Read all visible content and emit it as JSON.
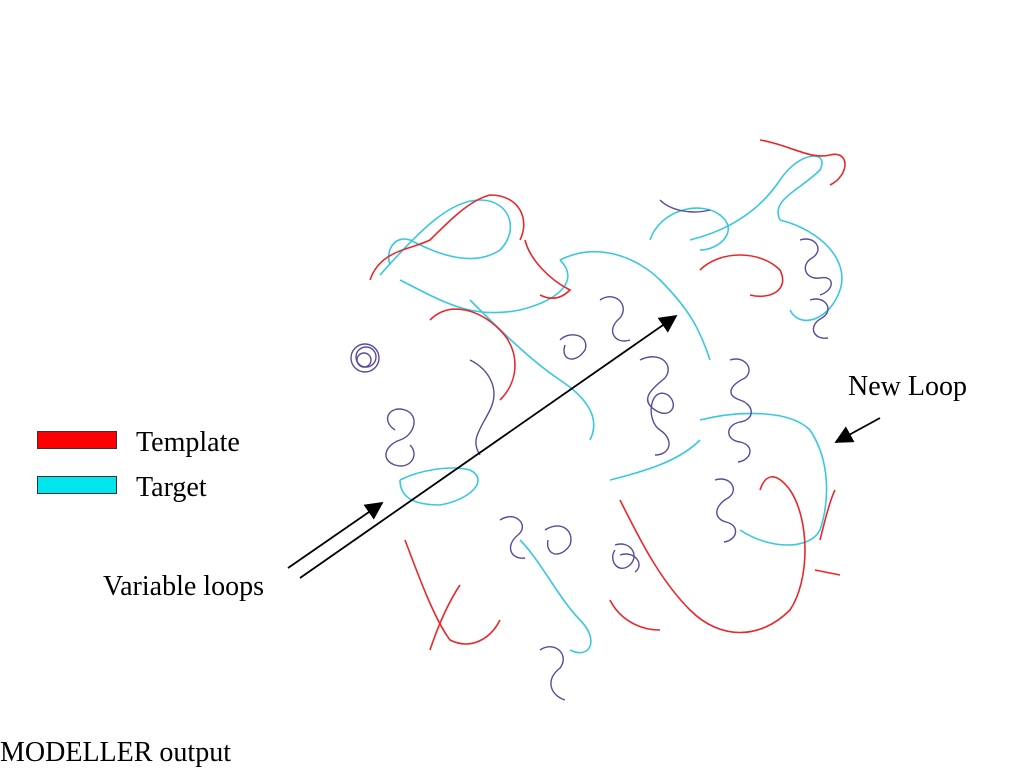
{
  "legend": {
    "items": [
      {
        "label": "Template",
        "color": "#ff0000"
      },
      {
        "label": "Target",
        "color": "#00e5ee"
      }
    ]
  },
  "annotations": {
    "variable_loops": "Variable loops",
    "new_loop": "New Loop"
  },
  "footer": {
    "caption": "MODELLER output"
  },
  "colors": {
    "template": "#e8282c",
    "target": "#38c8e0",
    "overlap": "#5a4a9a",
    "arrow": "#000000"
  }
}
